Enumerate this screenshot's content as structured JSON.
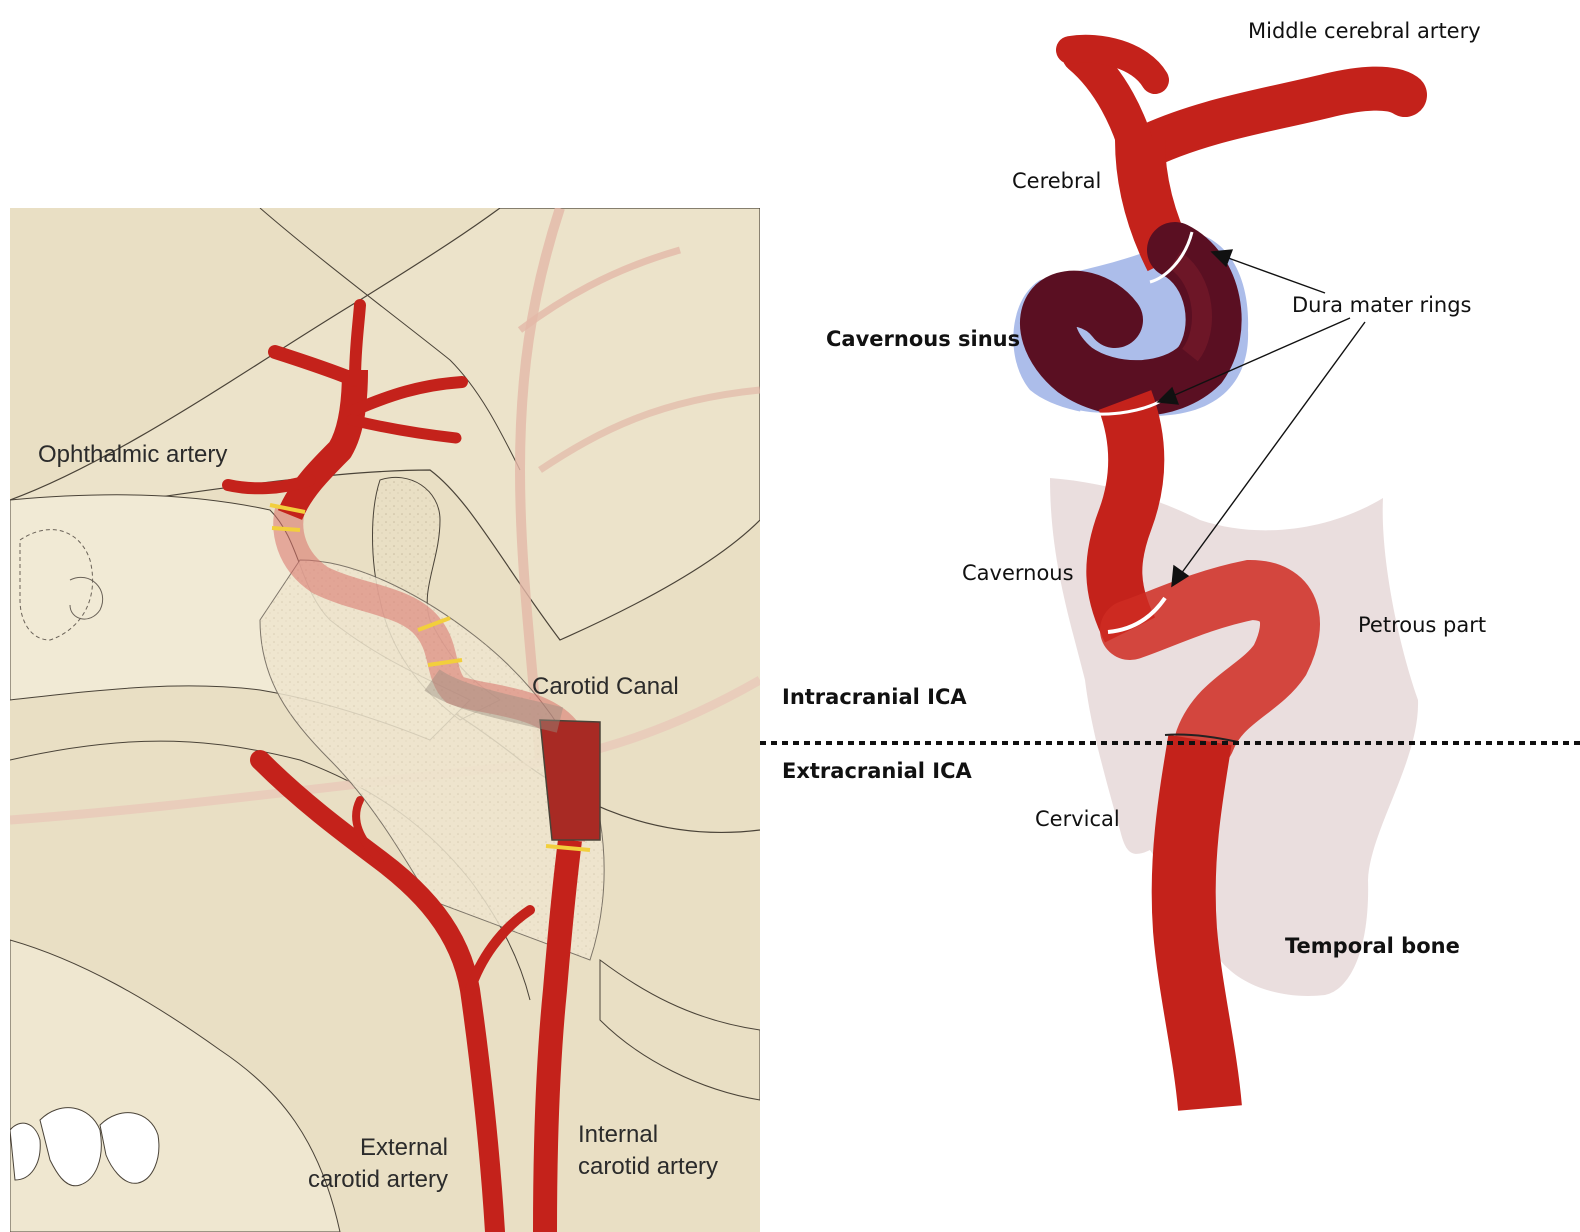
{
  "left_panel": {
    "labels": {
      "ophthalmic": "Ophthalmic artery",
      "carotid_canal": "Carotid Canal",
      "external_1": "External",
      "external_2": "carotid artery",
      "internal_1": "Internal",
      "internal_2": "carotid artery"
    }
  },
  "right_panel": {
    "labels": {
      "middle_cerebral": "Middle cerebral artery",
      "cerebral": "Cerebral",
      "dura_rings": "Dura mater rings",
      "cavernous_sinus": "Cavernous sinus",
      "cavernous": "Cavernous",
      "petrous": "Petrous part",
      "intracranial": "Intracranial ICA",
      "extracranial": "Extracranial ICA",
      "cervical": "Cervical",
      "temporal_bone": "Temporal bone"
    }
  },
  "colors": {
    "artery": "#c4221b",
    "artery_dark": "#8b1a16",
    "bone": "#e9dfc4",
    "bone_shadow": "#d8cca8",
    "sinus": "#9db1e6",
    "temporal_bone": "#e6d8d8",
    "ring": "#f2cf3c"
  }
}
